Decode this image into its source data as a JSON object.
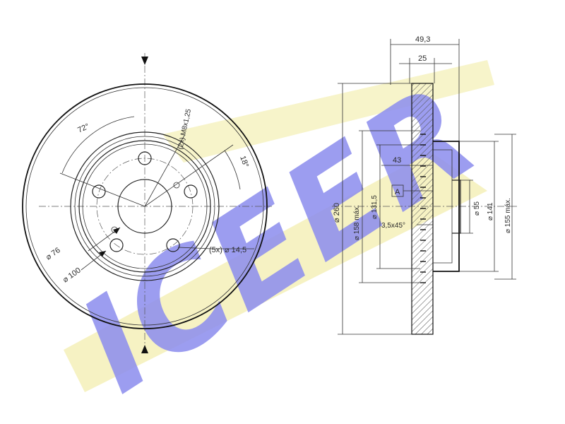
{
  "brand": {
    "logo_text": "ICEER",
    "logo_color": "#8f90ee",
    "stripe_color": "#f4f0b8"
  },
  "front_view": {
    "angle_72": "72°",
    "angle_18": "18°",
    "thread": "(2x) M8x1,25",
    "dia_76": "⌀ 76",
    "dia_100": "⌀ 100",
    "holes": "(5x) ⌀ 14,5"
  },
  "side_view": {
    "width_total": "49,3",
    "width_disc": "25",
    "dia_260": "⌀ 260",
    "dia_158": "⌀ 158 máx.",
    "dia_131": "⌀ 131,5",
    "depth_43": "43",
    "datum": "A",
    "chamfer": "3,5x45°",
    "dia_55": "⌀ 55",
    "dia_141": "⌀ 141",
    "dia_155": "⌀ 155 máx."
  }
}
